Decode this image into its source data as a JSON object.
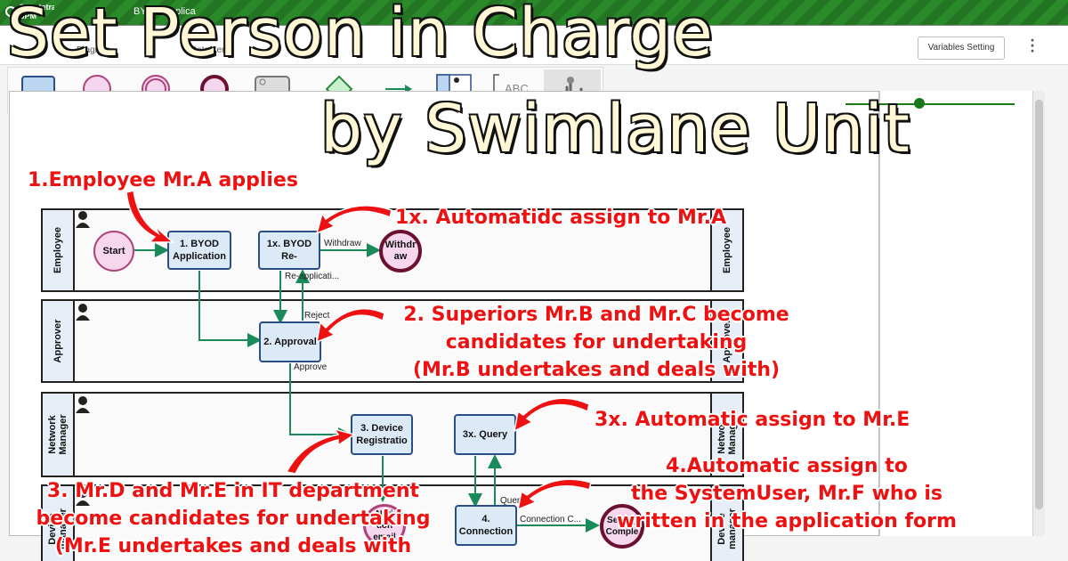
{
  "app": {
    "logo_text": "Questetra BPM Suite",
    "title": "BYOD Applica"
  },
  "tabs": [
    {
      "label": "Diagram"
    },
    {
      "label": "Data Items"
    }
  ],
  "header": {
    "variables_button": "Variables Setting",
    "menu_icon": "kebab-menu-icon"
  },
  "toolbar": {
    "tools": [
      {
        "icon": "task-icon"
      },
      {
        "icon": "start-event-icon"
      },
      {
        "icon": "intermediate-event-icon"
      },
      {
        "icon": "end-event-icon"
      },
      {
        "icon": "auto-step-icon"
      },
      {
        "icon": "gateway-icon"
      },
      {
        "icon": "sequence-flow-icon"
      },
      {
        "icon": "swimlane-icon"
      },
      {
        "icon": "text-annotation-icon",
        "label": "ABC"
      },
      {
        "icon": "pointer-hand-icon"
      }
    ]
  },
  "overlay": {
    "title_line1": "Set Person in Charge",
    "title_line2": "by Swimlane Unit"
  },
  "lanes": [
    {
      "name": "Employee"
    },
    {
      "name": "Approver"
    },
    {
      "name": "Network\nManager"
    },
    {
      "name": "Device\nmanager"
    }
  ],
  "nodes": {
    "start": "Start",
    "byod_app": "1. BYOD\nApplication",
    "byod_re": "1x. BYOD\nRe-",
    "withdraw": "Withdr\naw",
    "approval": "2. Approval",
    "device_reg": "3. Device\nRegistratio",
    "query": "3x. Query",
    "notification": "Noti\ntion\nemail",
    "connection": "4.\nConnection",
    "setting_complete": "Setting\nComple"
  },
  "flow_labels": {
    "withdraw": "Withdraw",
    "reapplication": "Re-applicati...",
    "reject": "Reject",
    "approve": "Approve",
    "query": "Query",
    "connection_complete": "Connection C..."
  },
  "annotations": {
    "n1": "1.Employee Mr.A applies",
    "n1x": "1x. Automatidc assign to Mr.A",
    "n2_l1": "2. Superiors Mr.B and Mr.C become",
    "n2_l2": "candidates for undertaking",
    "n2_l3": "(Mr.B undertakes and deals with)",
    "n3x": "3x. Automatic assign to Mr.E",
    "n4_l1": "4.Automatic assign to",
    "n4_l2": "the SystemUser, Mr.F who is",
    "n4_l3": "written in the application form",
    "n3_l1": "3. Mr.D and Mr.E in IT department",
    "n3_l2": "become candidates for undertaking",
    "n3_l3": "(Mr.E undertakes and deals with"
  },
  "colors": {
    "annotation": "#ee1111",
    "task_fill": "#dceaf7",
    "task_border": "#2a4f86",
    "flow": "#1a8a5a",
    "header_green": "#2a8a2a"
  }
}
